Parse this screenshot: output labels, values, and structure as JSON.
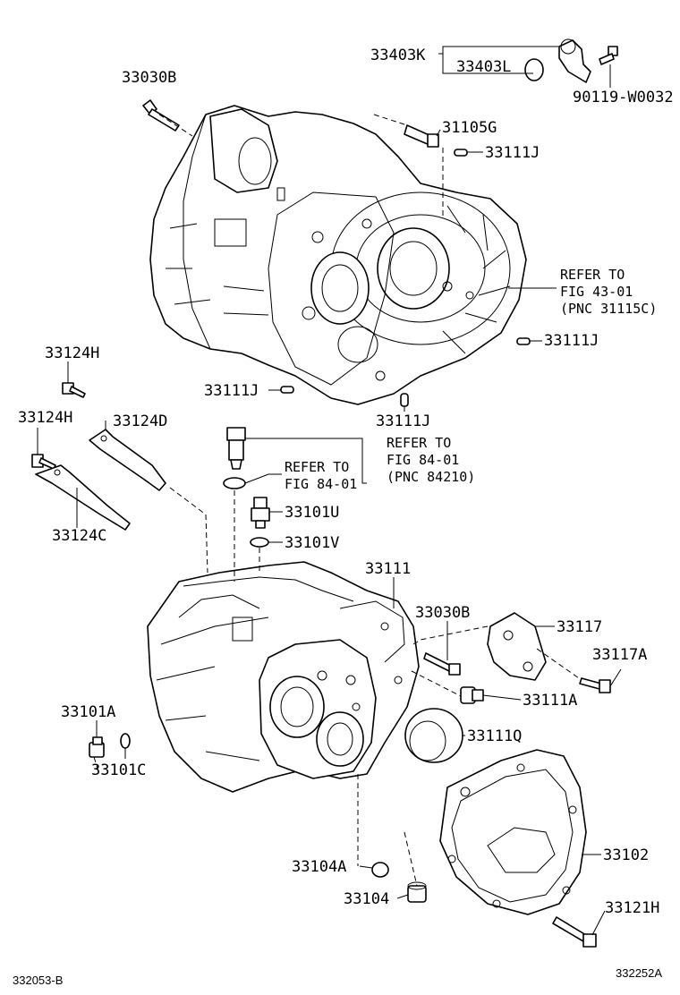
{
  "labels": {
    "p33403K": "33403K",
    "p33403L": "33403L",
    "p90119": "90119-W0032",
    "p33030B_top": "33030B",
    "p31105G": "31105G",
    "p33111J_a": "33111J",
    "refer1": "REFER TO",
    "fig1": "FIG 43-01",
    "pnc1": "(PNC 31115C)",
    "p33111J_b": "33111J",
    "p33124H_a": "33124H",
    "p33111J_c": "33111J",
    "p33111J_d": "33111J",
    "p33124H_b": "33124H",
    "p33124D": "33124D",
    "refer2": "REFER TO",
    "fig2": "FIG 84-01",
    "pnc2": "(PNC 84210)",
    "refer3": "REFER TO",
    "fig3": "FIG 84-01",
    "p33101U": "33101U",
    "p33124C": "33124C",
    "p33101V": "33101V",
    "p33111": "33111",
    "p33030B_mid": "33030B",
    "p33117": "33117",
    "p33117A": "33117A",
    "p33111A": "33111A",
    "p33101A": "33101A",
    "p33111Q": "33111Q",
    "p33101C": "33101C",
    "p33102": "33102",
    "p33104A": "33104A",
    "p33104": "33104",
    "p33121H": "33121H"
  },
  "footer": {
    "left_code": "332053-B",
    "right_code": "332252A"
  }
}
